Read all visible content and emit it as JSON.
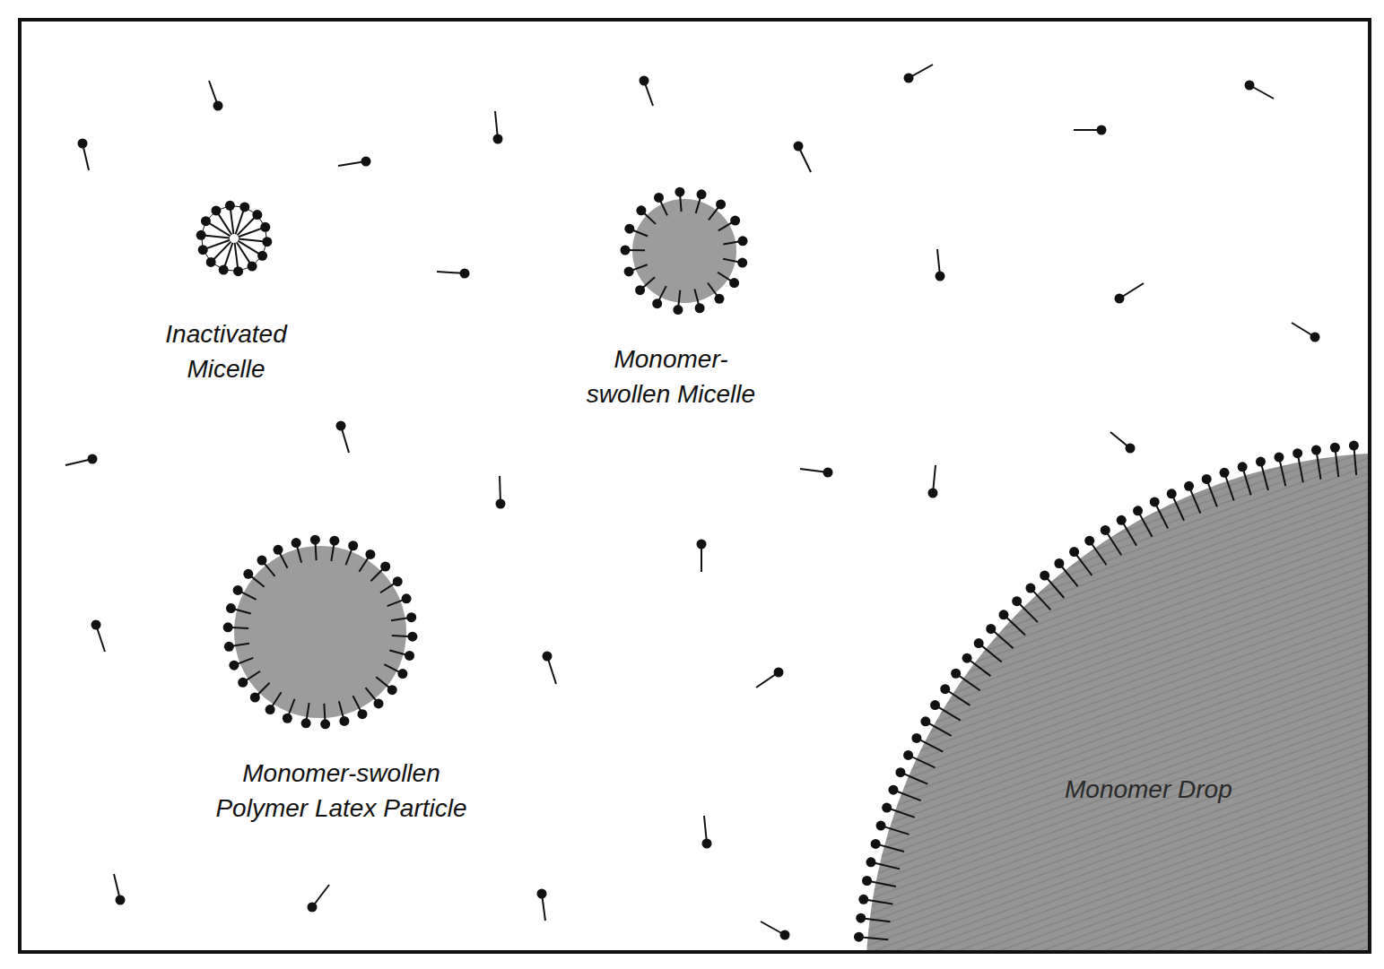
{
  "diagram": {
    "labels": [
      "Inactivated Micelle",
      "Monomer-swollen Micelle",
      "Monomer-swollen Polymer Latex Particle",
      "Monomer Drop"
    ]
  }
}
